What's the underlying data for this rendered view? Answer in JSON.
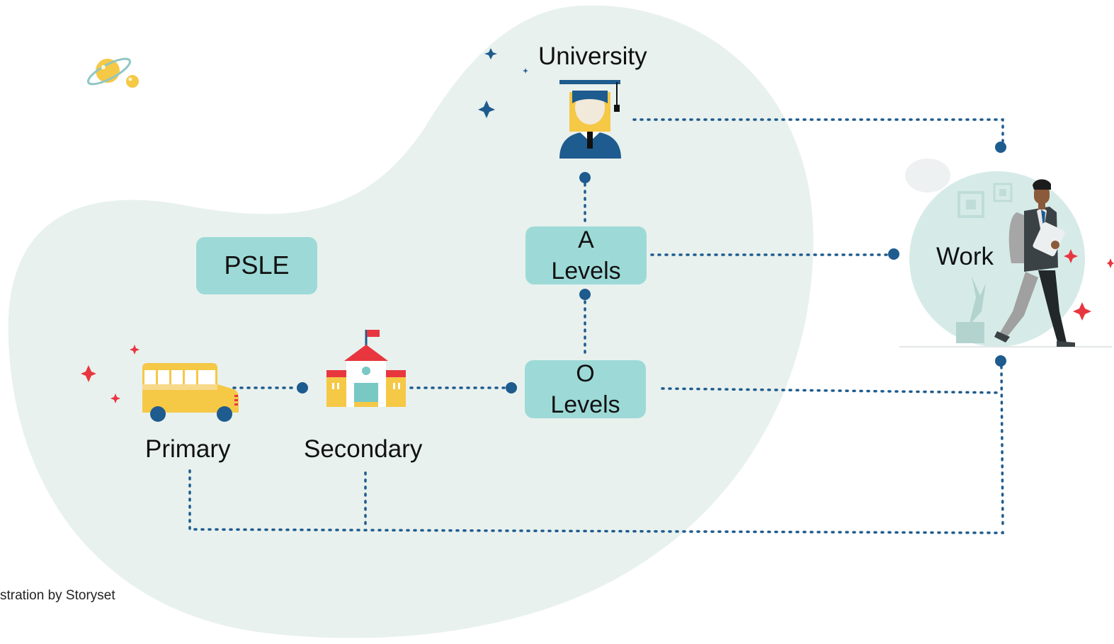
{
  "nodes": {
    "university": "University",
    "a_levels_line1": "A",
    "a_levels_line2": "Levels",
    "o_levels_line1": "O",
    "o_levels_line2": "Levels",
    "psle": "PSLE",
    "primary": "Primary",
    "secondary": "Secondary",
    "work": "Work"
  },
  "credit": "stration  by  Storyset",
  "colors": {
    "blob": "#e8f1ee",
    "box": "#9ddad7",
    "connector": "#1e5b8e",
    "accent_red": "#e8363f",
    "accent_yellow": "#f5c846"
  },
  "icons": [
    "planet-icon",
    "graduate-icon",
    "school-bus-icon",
    "school-building-icon",
    "person-walking-icon",
    "sparkle-icon"
  ]
}
